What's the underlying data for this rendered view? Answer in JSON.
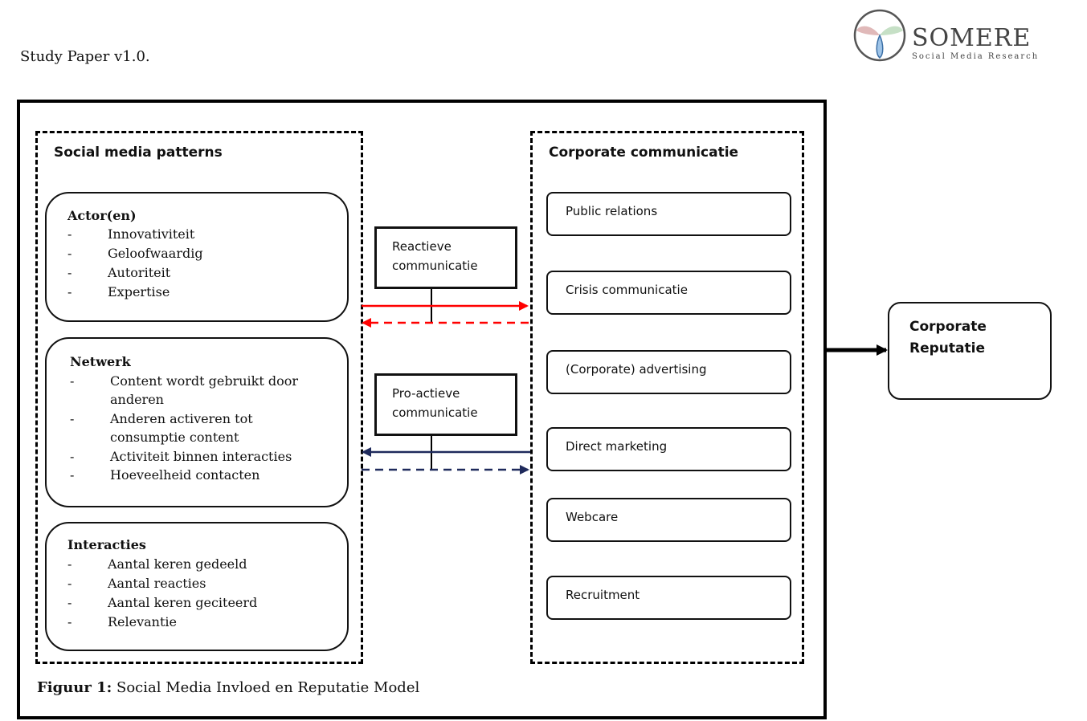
{
  "document": {
    "title": "Study Paper v1.0."
  },
  "logo": {
    "name": "SOMERE",
    "subtitle": "Social Media Research"
  },
  "left_group": {
    "title": "Social media patterns",
    "boxes": [
      {
        "heading": "Actor(en)",
        "items": [
          "Innovativiteit",
          "Geloofwaardig",
          "Autoriteit",
          "Expertise"
        ]
      },
      {
        "heading": "Netwerk",
        "items": [
          [
            "Content wordt gebruikt door",
            "anderen"
          ],
          [
            "Anderen activeren tot",
            "consumptie content"
          ],
          [
            "Activiteit binnen interacties"
          ],
          [
            "Hoeveelheid contacten"
          ]
        ]
      },
      {
        "heading": "Interacties",
        "items": [
          "Aantal keren gedeeld",
          "Aantal reacties",
          "Aantal keren geciteerd",
          "Relevantie"
        ]
      }
    ]
  },
  "middle": {
    "reactive": {
      "line1": "Reactieve",
      "line2": "communicatie"
    },
    "proactive": {
      "line1": "Pro-actieve",
      "line2": "communicatie"
    }
  },
  "right_group": {
    "title": "Corporate communicatie",
    "items": [
      "Public relations",
      "Crisis communicatie",
      "(Corporate) advertising",
      "Direct marketing",
      "Webcare",
      "Recruitment"
    ]
  },
  "outcome": {
    "line1": "Corporate",
    "line2": "Reputatie"
  },
  "caption": {
    "bold": "Figuur 1:",
    "text": " Social Media Invloed en Reputatie Model"
  },
  "colors": {
    "reactive_arrow": "#ff0000",
    "proactive_arrow": "#1f2a5c",
    "line": "#000000"
  }
}
